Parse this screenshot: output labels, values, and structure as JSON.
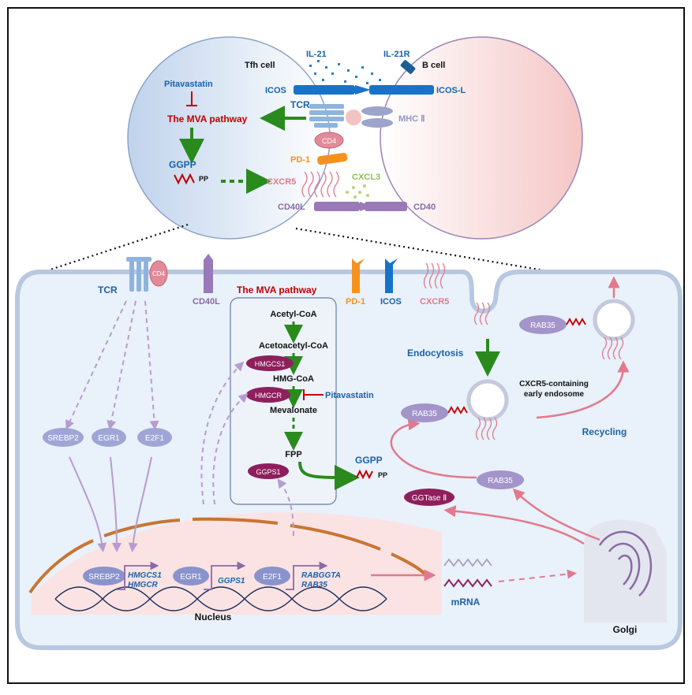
{
  "top": {
    "tfh_cell": "Tfh cell",
    "b_cell": "B cell",
    "il21": "IL-21",
    "il21r": "IL-21R",
    "icos": "ICOS",
    "icosl": "ICOS-L",
    "pitavastatin": "Pitavastatin",
    "tcr": "TCR",
    "mva_pathway": "The MVA pathway",
    "mhc2": "MHC Ⅱ",
    "cd4": "CD4",
    "pd1": "PD-1",
    "ggpp": "GGPP",
    "pp": "PP",
    "cxcr5": "CXCR5",
    "cxcl3": "CXCL3",
    "cd40l": "CD40L",
    "cd40": "CD40"
  },
  "bottom": {
    "tcr": "TCR",
    "cd4": "CD4",
    "cd40l": "CD40L",
    "mva_title": "The MVA pathway",
    "pd1": "PD-1",
    "icos": "ICOS",
    "cxcr5": "CXCR5",
    "pathway": [
      "Acetyl-CoA",
      "Acetoacetyl-CoA",
      "HMG-CoA",
      "Mevalonate",
      "FPP"
    ],
    "hmgcs1": "HMGCS1",
    "hmgcr": "HMGCR",
    "pitavastatin": "Pitavastatin",
    "ggps1": "GGPS1",
    "ggpp": "GGPP",
    "pp": "PP",
    "endocytosis": "Endocytosis",
    "rab35": "RAB35",
    "early_endosome_line1": "CXCR5-containing",
    "early_endosome_line2": "early endosome",
    "recycling": "Recycling",
    "ggtase2": "GGTase Ⅱ",
    "srebp2": "SREBP2",
    "egr1": "EGR1",
    "e2f1": "E2F1",
    "gene_hmgcs1": "HMGCS1",
    "gene_hmgcr": "HMGCR",
    "gene_ggps1": "GGPS1",
    "gene_rabggta": "RABGGTA",
    "gene_rab35": "RAB35",
    "mrna": "mRNA",
    "nucleus": "Nucleus",
    "golgi": "Golgi"
  },
  "colors": {
    "tfh_fill": "#d7e3f2",
    "bcell_fill": "#f7cfcf",
    "cell_fill": "#e9f1fa",
    "arrow_green": "#2a8a1e",
    "purple_node": "#9fa6d6",
    "magenta_node": "#8e1f5c",
    "red": "#c00000",
    "blue_text": "#1b62a8",
    "pink": "#e07a8c",
    "icos_blue": "#1873c8",
    "pd1_orange": "#f5921e",
    "cd40_purple": "#9a79b8"
  }
}
